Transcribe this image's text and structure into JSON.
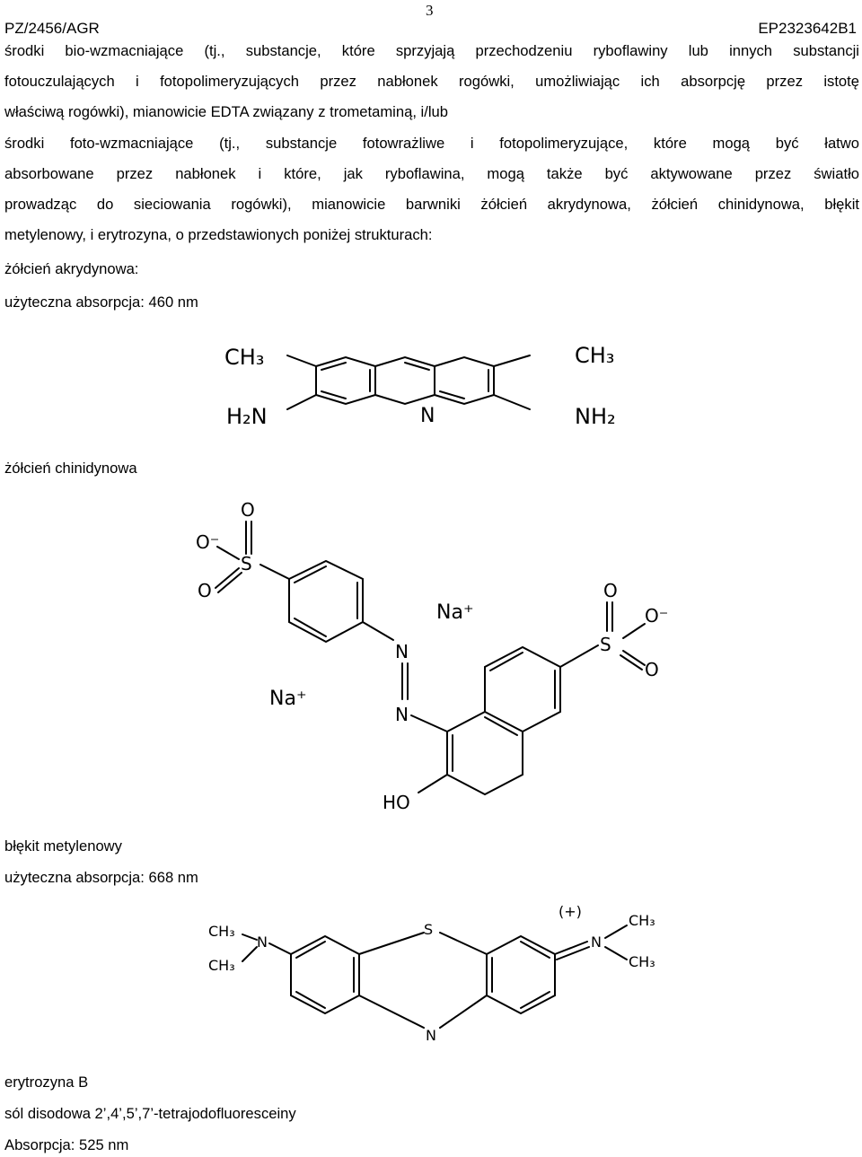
{
  "header": {
    "page_number": "3",
    "doc_id_left": "PZ/2456/AGR",
    "doc_id_right": "EP2323642B1"
  },
  "paragraph": {
    "lines": [
      "środki bio-wzmacniające (tj., substancje, które sprzyjają przechodzeniu ryboflawiny lub innych substancji",
      "fotouczulających i fotopolimeryzujących przez nabłonek rogówki, umożliwiając ich absorpcję przez istotę",
      "właściwą rogówki), mianowicie EDTA związany z trometaminą, i/lub",
      "środki foto-wzmacniające (tj., substancje fotowrażliwe i fotopolimeryzujące, które mogą być łatwo",
      "absorbowane przez nabłonek i które, jak ryboflawina, mogą także być aktywowane przez światło",
      "prowadząc do sieciowania rogówki), mianowicie barwniki żółcień akrydynowa, żółcień chinidynowa, błękit",
      "metylenowy, i erytrozyna, o przedstawionych poniżej strukturach:"
    ]
  },
  "acridine": {
    "name": "żółcień akrydynowa:",
    "absorption": "użyteczna absorpcja: 460 nm",
    "labels": {
      "ch3_left": "CH₃",
      "ch3_right": "CH₃",
      "nh2_left": "H₂N",
      "nh2_right": "NH₂",
      "ring_n": "N"
    }
  },
  "quinoline": {
    "name": "żółcień chinidynowa",
    "labels": {
      "s_top": "S",
      "s_right": "S",
      "o": "O",
      "o_minus": "O⁻",
      "na_1": "Na⁺",
      "na_2": "Na⁺",
      "n": "N",
      "ho": "HO"
    }
  },
  "methylene_blue": {
    "name": "błękit metylenowy",
    "absorption": "użyteczna absorpcja: 668 nm",
    "labels": {
      "charge": "(+)",
      "ch3": "CH₃",
      "n": "N",
      "s": "S"
    }
  },
  "erythrosine": {
    "name": "erytrozyna B",
    "formula_name": "sól disodowa 2’,4’,5’,7’-tetrajodofluoresceiny",
    "absorption": "Absorpcja: 525 nm"
  }
}
